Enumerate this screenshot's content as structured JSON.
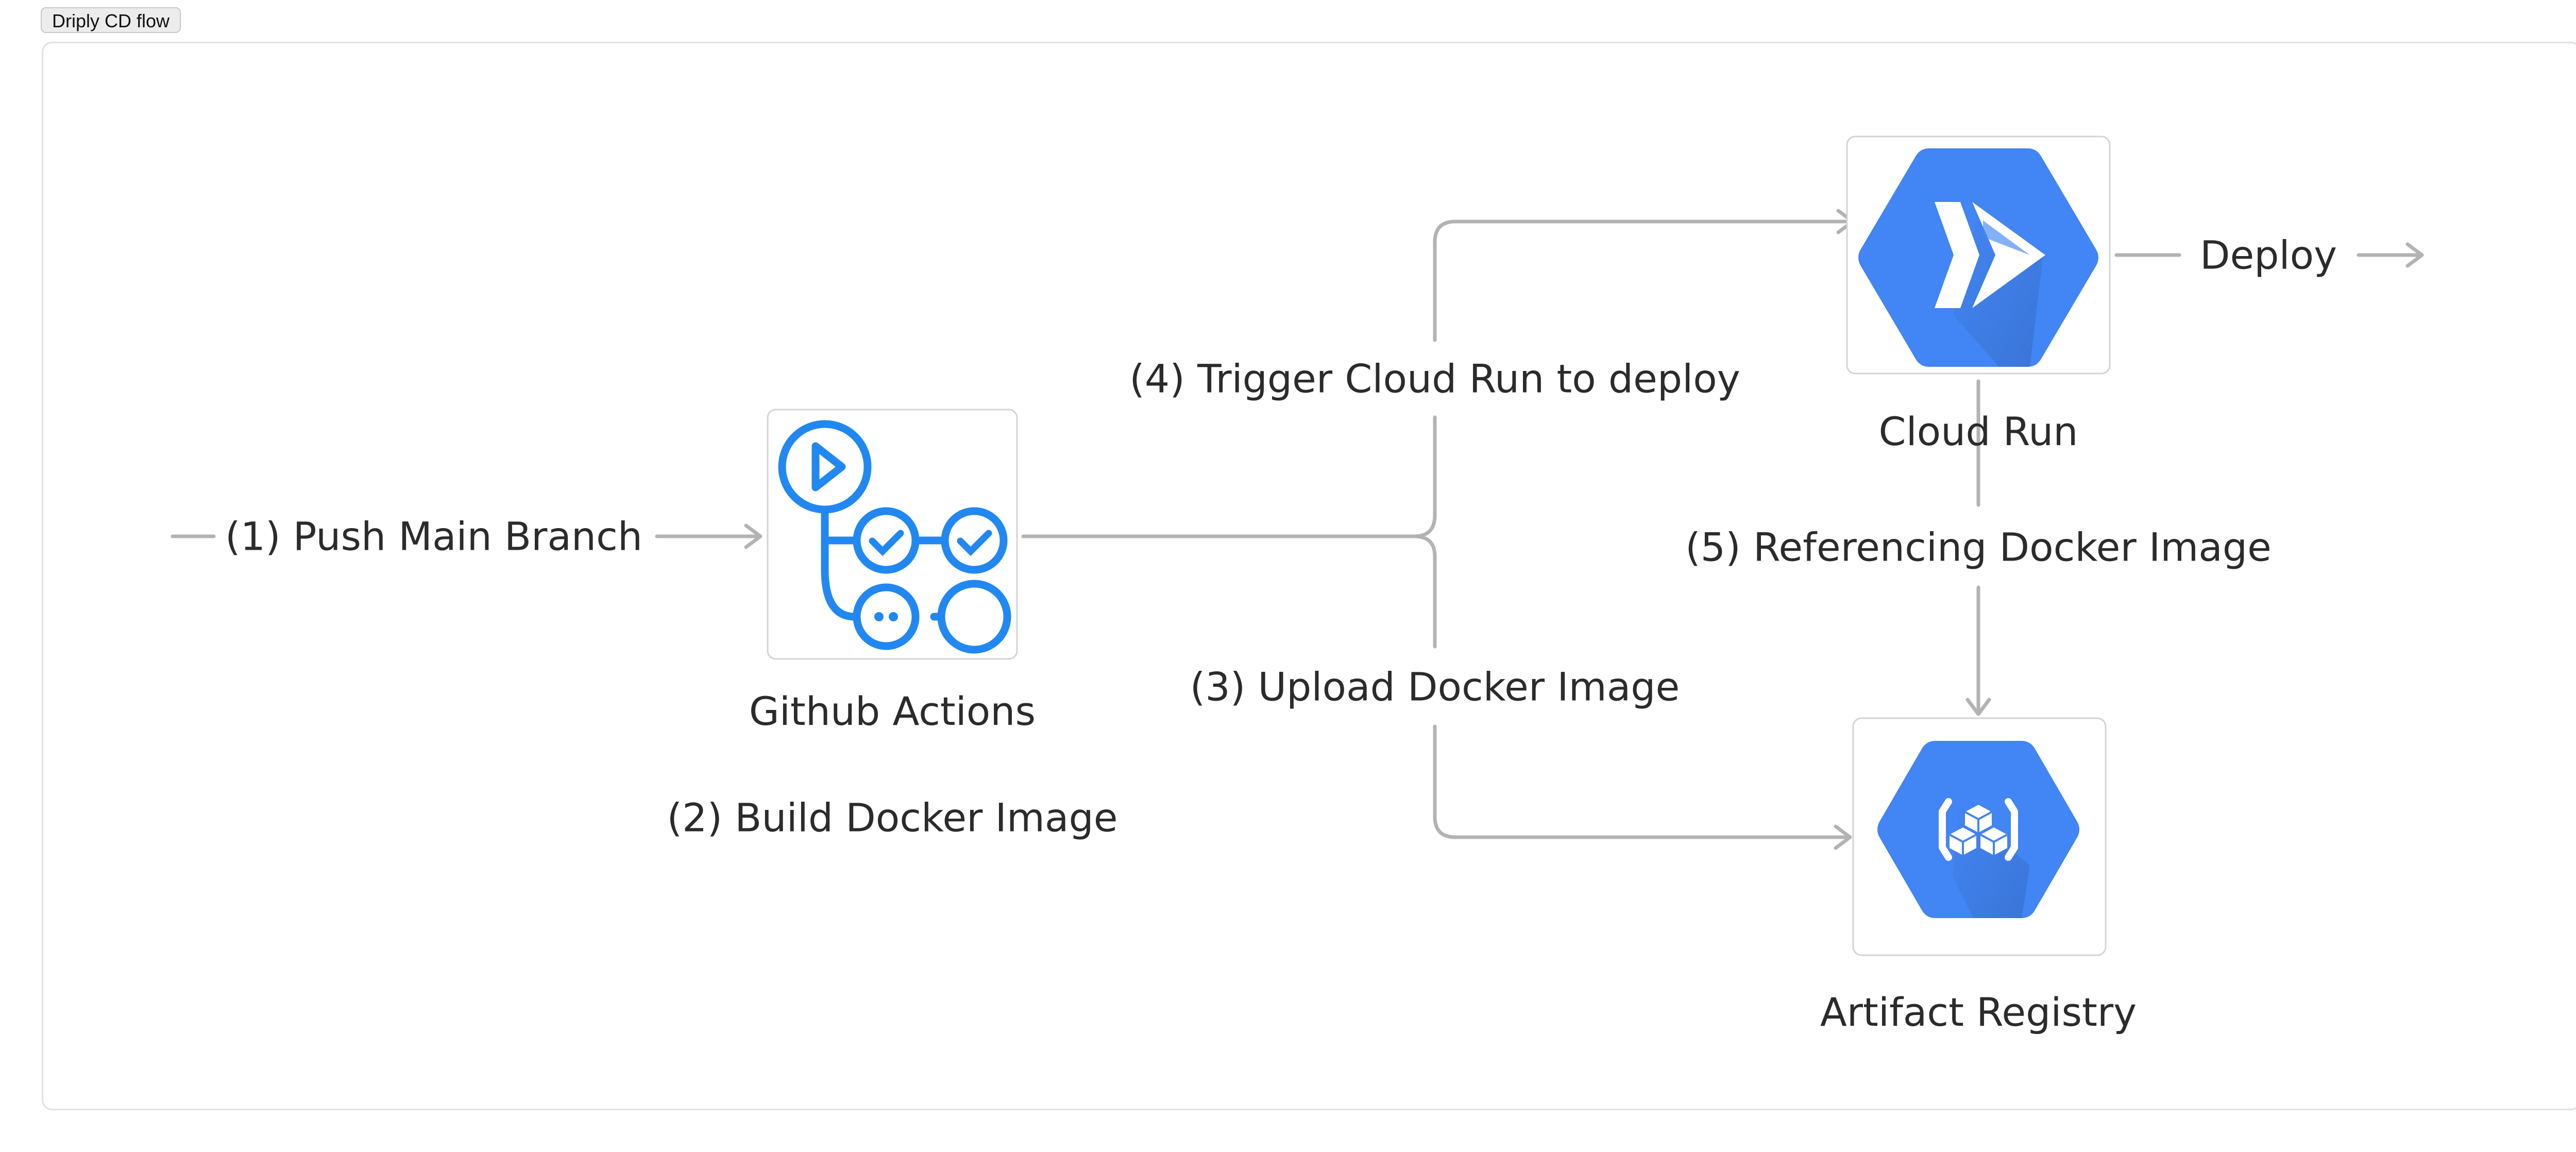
{
  "tab": {
    "title": "Driply CD flow"
  },
  "nodes": {
    "github": {
      "label": "Github Actions",
      "icon": "github-actions-icon"
    },
    "cloud_run": {
      "label": "Cloud Run",
      "icon": "cloud-run-icon"
    },
    "artifact": {
      "label": "Artifact Registry",
      "icon": "artifact-registry-icon"
    }
  },
  "edges": {
    "push": "(1) Push Main Branch",
    "build": "(2) Build Docker Image",
    "upload": "(3) Upload Docker Image",
    "trigger": "(4) Trigger Cloud Run to deploy",
    "reference": "(5) Referencing Docker Image",
    "deploy": "Deploy"
  },
  "colors": {
    "accent_blue": "#4285f4",
    "github_blue": "#2188f2",
    "connector": "#b3b3b3"
  }
}
